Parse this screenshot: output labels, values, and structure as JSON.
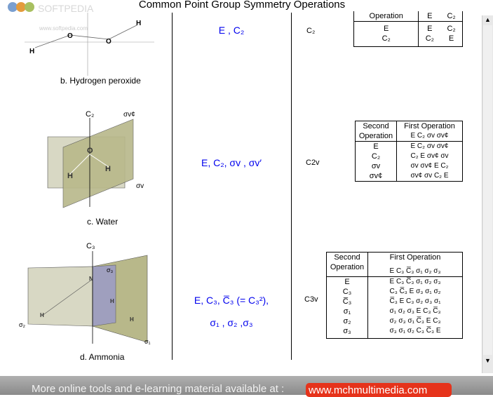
{
  "app": {
    "title": "Common Point Group Symmetry Operations",
    "watermark_top": "SOFTPEDIA",
    "watermark_small": "www.softpedia.com"
  },
  "molecules": [
    {
      "caption": "b. Hydrogen peroxide",
      "ops": "E , C₂",
      "group": "C₂",
      "atoms": [
        "H",
        "O",
        "O",
        "H"
      ]
    },
    {
      "caption": "c. Water",
      "ops": "E, C₂, σv , σv′",
      "group": "C2v",
      "axis_label": "C₂",
      "plane_labels": [
        "σv¢",
        "σv"
      ],
      "atoms": [
        "O",
        "H",
        "H"
      ]
    },
    {
      "caption": "d. Ammonia",
      "ops_line1": "E, C₃, C̅₃ (= C₃²),",
      "ops_line2": "σ₁ , σ₂ ,σ₃",
      "group": "C3v",
      "axis_label": "C₃",
      "plane_labels": [
        "σ₃",
        "σ₂",
        "σ₁"
      ],
      "atoms": [
        "N",
        "H",
        "H",
        "H"
      ]
    }
  ],
  "table_c2": {
    "header": [
      "Operation",
      "E",
      "C₂"
    ],
    "rows": [
      [
        "E",
        "E",
        "C₂"
      ],
      [
        "C₂",
        "C₂",
        "E"
      ]
    ]
  },
  "table_c2v": {
    "second_label": "Second Operation",
    "first_label": "First Operation",
    "cols": "E  C₂  σv  σv¢",
    "row_labels": [
      "E",
      "C₂",
      "σv",
      "σv¢"
    ],
    "rows": [
      "E  C₂  σv  σv¢",
      "C₂  E  σv¢  σv",
      "σv  σv¢  E  C₂",
      "σv¢  σv  C₂  E"
    ]
  },
  "table_c3v": {
    "second_label": "Second Operation",
    "first_label": "First Operation",
    "cols": "E  C₃  C̅₃  σ₁  σ₂  σ₃",
    "row_labels": [
      "E",
      "C₃",
      "C̅₃",
      "σ₁",
      "σ₂",
      "σ₃"
    ],
    "rows": [
      "E  C₃  C̅₃  σ₁  σ₂  σ₃",
      "C₃  C̅₃  E  σ₃  σ₁  σ₂",
      "C̅₃  E  C₃  σ₂  σ₃  σ₁",
      "σ₁  σ₂  σ₃  E  C₃  C̅₃",
      "σ₂  σ₃  σ₁  C̅₃  E  C₃",
      "σ₃  σ₁  σ₂  C₃  C̅₃  E"
    ]
  },
  "footer": {
    "text": "More online tools and e-learning material available at :",
    "link": "www.mchmultimedia.com"
  },
  "colors": {
    "blue": "#0000ee",
    "footer_link_bg": "#e6331b",
    "plane_fill": "#b8b88a"
  }
}
